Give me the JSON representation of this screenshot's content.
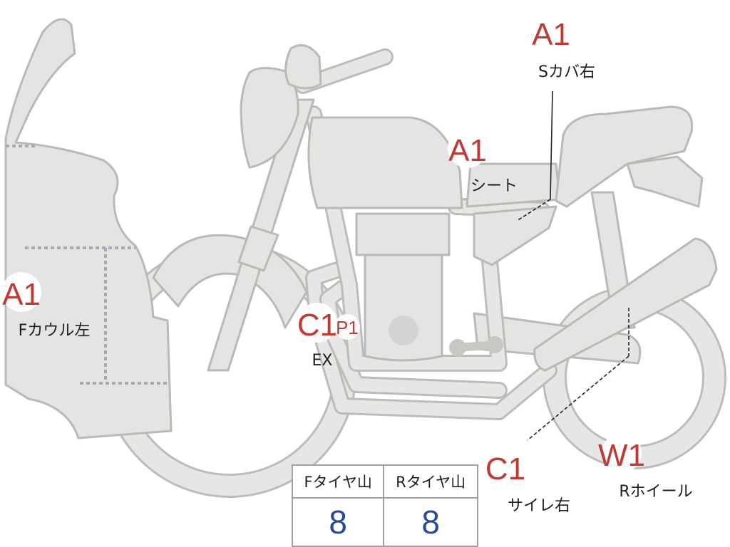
{
  "callouts": [
    {
      "id": "scover_right",
      "code": "A1",
      "name": "Sカバ右"
    },
    {
      "id": "seat",
      "code": "A1",
      "name": "シート"
    },
    {
      "id": "fcowl_left",
      "code": "A1",
      "name": "Fカウル左"
    },
    {
      "id": "exhaust",
      "code": "C1",
      "sub": "P1",
      "name": "EX"
    },
    {
      "id": "silencer_right",
      "code": "C1",
      "name": "サイレ右"
    },
    {
      "id": "rwheel",
      "code": "W1",
      "name": "Rホイール"
    }
  ],
  "tread_table": {
    "headers": [
      "Fタイヤ山",
      "Rタイヤ山"
    ],
    "values": [
      "8",
      "8"
    ]
  },
  "colors": {
    "part_fill": "#e4e4e2",
    "part_outline": "#b9b9b6",
    "damage_code": "#bf3a35",
    "tread_value": "#2a4a9a"
  }
}
